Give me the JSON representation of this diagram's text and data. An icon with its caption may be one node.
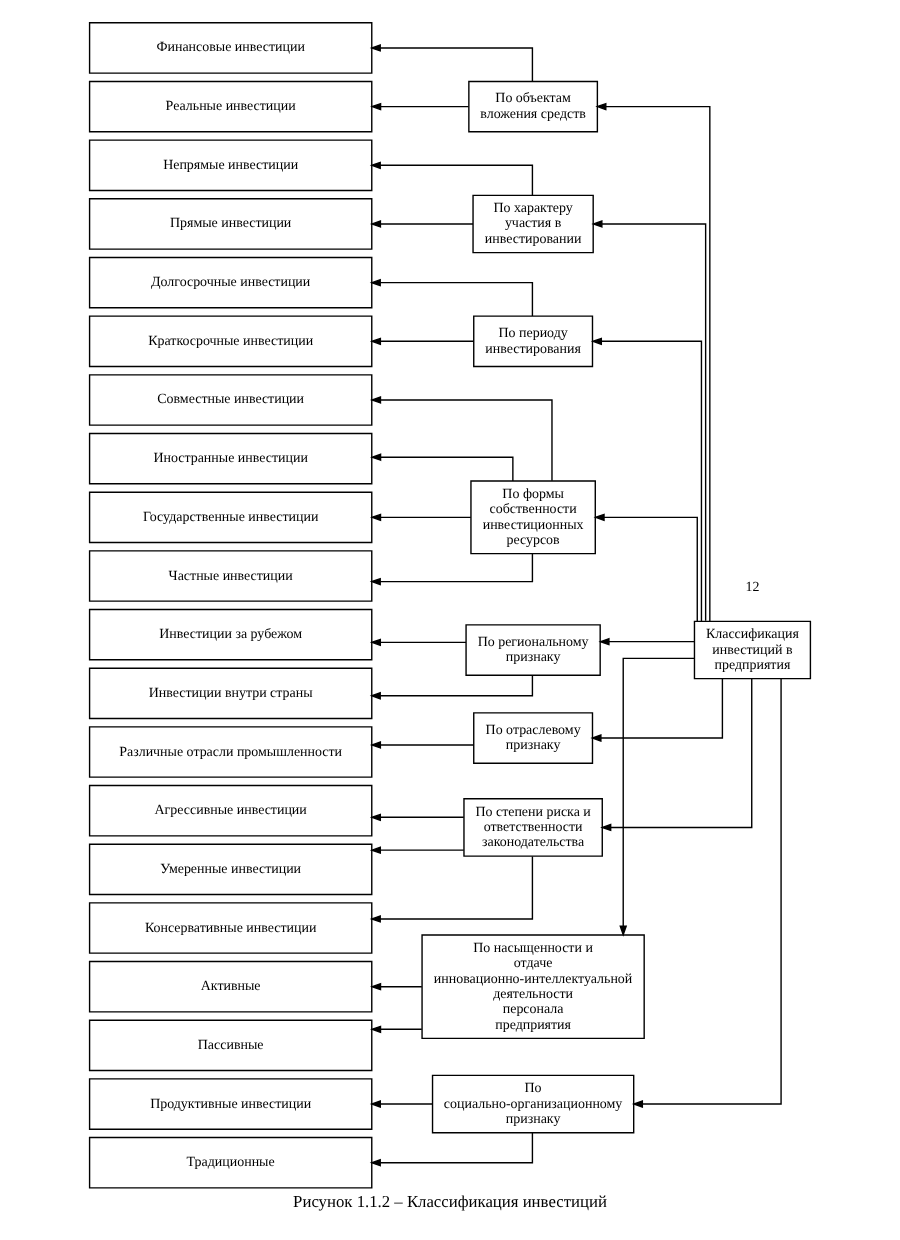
{
  "diagram": {
    "caption": "Рисунок 1.1.2 – Классификация инвестиций",
    "nodes": [
      {
        "text": [
          "Классификация инвестиций в предприятия"
        ]
      },
      {
        "text": [
          "По объектам вложения средств"
        ]
      },
      {
        "text": [
          "Финансовые инвестиции"
        ]
      },
      {
        "text": [
          "Реальные инвестиции"
        ]
      },
      {
        "text": [
          "По характеру участия в инвестировании"
        ]
      },
      {
        "text": [
          "Непрямые инвестиции"
        ]
      },
      {
        "text": [
          "Прямые инвестиции"
        ]
      },
      {
        "text": [
          "По периоду инвестирования"
        ]
      },
      {
        "text": [
          "Долгосрочные инвестиции"
        ]
      },
      {
        "text": [
          "Краткосрочные инвестиции"
        ]
      },
      {
        "text": [
          "По формы собственности инвестиционных ресурсов"
        ]
      },
      {
        "text": [
          "Совместные инвестиции"
        ]
      },
      {
        "text": [
          "Иностранные инвестиции"
        ]
      },
      {
        "text": [
          "Государственные инвестиции"
        ]
      },
      {
        "text": [
          "Частные инвестиции"
        ]
      },
      {
        "text": [
          "По региональному признаку"
        ]
      },
      {
        "text": [
          "Инвестиции за рубежом"
        ]
      },
      {
        "text": [
          "Инвестиции внутри страны"
        ]
      },
      {
        "text": [
          "По отраслевому признаку"
        ]
      },
      {
        "text": [
          "Различные отрасли промышленности"
        ]
      },
      {
        "text": [
          "По степени риска и ответственности законодательства"
        ]
      },
      {
        "text": [
          "Агрессивные инвестиции"
        ]
      },
      {
        "text": [
          "Умеренные инвестиции"
        ]
      },
      {
        "text": [
          "Консервативные инвестиции"
        ]
      },
      {
        "text": [
          "По насыщенности и отдаче инновационно-интеллектуальной деятельности персонала предприятия"
        ]
      },
      {
        "text": [
          "Активные"
        ]
      },
      {
        "text": [
          "Пассивные"
        ]
      },
      {
        "text": [
          "По социально-организационному признаку"
        ]
      },
      {
        "text": [
          "Продуктивные инвестиции"
        ]
      },
      {
        "text": [
          "Традиционные"
        ]
      }
    ],
    "edges": [
      {
        "from": 0,
        "to": 1,
        "arrow": "to"
      },
      {
        "from": 1,
        "to": 2,
        "arrow": "to"
      },
      {
        "from": 1,
        "to": 3,
        "arrow": "to"
      },
      {
        "from": 0,
        "to": 4,
        "arrow": "to"
      },
      {
        "from": 4,
        "to": 5,
        "arrow": "to"
      },
      {
        "from": 4,
        "to": 6,
        "arrow": "to"
      },
      {
        "from": 0,
        "to": 7,
        "arrow": "to"
      },
      {
        "from": 7,
        "to": 8,
        "arrow": "to"
      },
      {
        "from": 7,
        "to": 9,
        "arrow": "to"
      },
      {
        "from": 0,
        "to": 10,
        "arrow": "to"
      },
      {
        "from": 10,
        "to": 11,
        "arrow": "to"
      },
      {
        "from": 10,
        "to": 12,
        "arrow": "to"
      },
      {
        "from": 10,
        "to": 13,
        "arrow": "to"
      },
      {
        "from": 10,
        "to": 14,
        "arrow": "to"
      },
      {
        "from": 0,
        "to": 15,
        "arrow": "to"
      },
      {
        "from": 15,
        "to": 16,
        "arrow": "to"
      },
      {
        "from": 15,
        "to": 17,
        "arrow": "to"
      },
      {
        "from": 0,
        "to": 18,
        "arrow": "to"
      },
      {
        "from": 18,
        "to": 19,
        "arrow": "to"
      },
      {
        "from": 0,
        "to": 20,
        "arrow": "to"
      },
      {
        "from": 20,
        "to": 21,
        "arrow": "to"
      },
      {
        "from": 20,
        "to": 22,
        "arrow": "to"
      },
      {
        "from": 20,
        "to": 23,
        "arrow": "to"
      },
      {
        "from": 0,
        "to": 24,
        "arrow": "to"
      },
      {
        "from": 24,
        "to": 25,
        "arrow": "to"
      },
      {
        "from": 24,
        "to": 26,
        "arrow": "to"
      },
      {
        "from": 0,
        "to": 27,
        "arrow": "to"
      },
      {
        "from": 27,
        "to": 28,
        "arrow": "to"
      },
      {
        "from": 27,
        "to": 29,
        "arrow": "to"
      }
    ],
    "labels": [
      "12"
    ]
  }
}
